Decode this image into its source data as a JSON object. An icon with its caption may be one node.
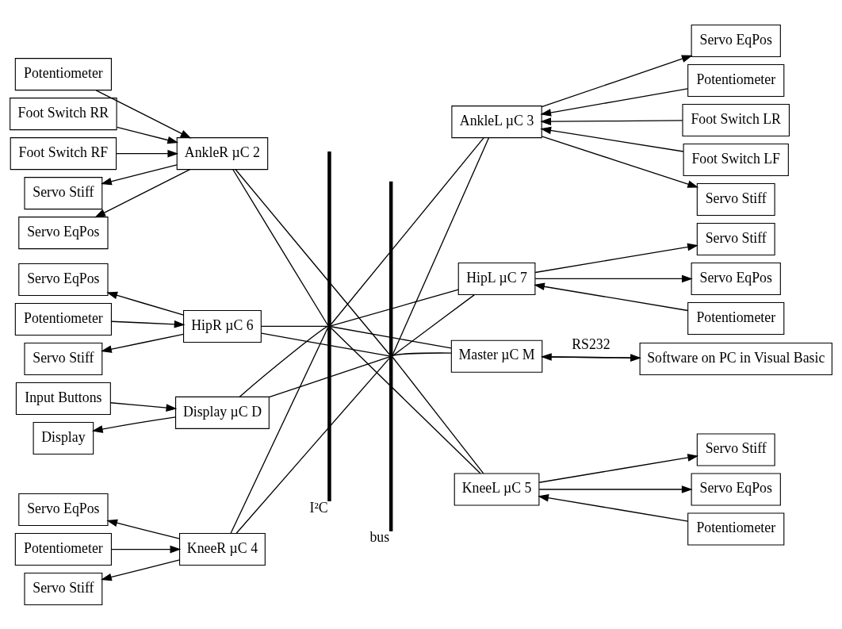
{
  "diagram": {
    "nodes": [
      {
        "text": [
          "Display"
        ]
      },
      {
        "text": [
          "Input Buttons"
        ]
      },
      {
        "text": [
          "Display µC D"
        ]
      },
      {
        "text": [
          "Master µC M"
        ]
      },
      {
        "text": [
          "Software on PC in Visual Basic"
        ]
      },
      {
        "text": [
          "Servo Stiff"
        ]
      },
      {
        "text": [
          "Servo EqPos"
        ]
      },
      {
        "text": [
          "Potentiometer"
        ]
      },
      {
        "text": [
          "HipR µC 6"
        ]
      },
      {
        "text": [
          "HipL µC 7"
        ]
      },
      {
        "text": [
          "Servo Stiff"
        ]
      },
      {
        "text": [
          "Servo EqPos"
        ]
      },
      {
        "text": [
          "Potentiometer"
        ]
      },
      {
        "text": [
          "Servo Stiff"
        ]
      },
      {
        "text": [
          "Servo EqPos"
        ]
      },
      {
        "text": [
          "Potentiometer"
        ]
      },
      {
        "text": [
          "KneeR µC 4"
        ]
      },
      {
        "text": [
          "KneeL µC 5"
        ]
      },
      {
        "text": [
          "Servo Stiff"
        ]
      },
      {
        "text": [
          "Servo EqPos"
        ]
      },
      {
        "text": [
          "Potentiometer"
        ]
      },
      {
        "text": [
          "Servo Stiff"
        ]
      },
      {
        "text": [
          "Servo EqPos"
        ]
      },
      {
        "text": [
          "Potentiometer"
        ]
      },
      {
        "text": [
          "AnkleR µC 2"
        ]
      },
      {
        "text": [
          "AnkleL µC 3"
        ]
      },
      {
        "text": [
          "Servo Stiff"
        ]
      },
      {
        "text": [
          "Servo EqPos"
        ]
      },
      {
        "text": [
          "Potentiometer"
        ]
      },
      {
        "text": [
          "Foot Switch RR"
        ]
      },
      {
        "text": [
          "Foot Switch RF"
        ]
      },
      {
        "text": [
          "Foot Switch LR"
        ]
      },
      {
        "text": [
          "Foot Switch LF"
        ]
      },
      {
        "text": [],
        "shape": "bar",
        "beside": [
          "I²C"
        ]
      },
      {
        "text": [],
        "shape": "bar",
        "beside": [
          "bus"
        ]
      }
    ],
    "edges": [
      {
        "from": 2,
        "to": 0,
        "arrow": "to"
      },
      {
        "from": 1,
        "to": 2,
        "arrow": "to"
      },
      {
        "from": 3,
        "to": 4,
        "arrow": "to",
        "label": "RS232"
      },
      {
        "from": 4,
        "to": 3,
        "arrow": "to"
      },
      {
        "from": 2,
        "to": 33,
        "arrow": "none"
      },
      {
        "from": 2,
        "to": 34,
        "arrow": "none"
      },
      {
        "from": 3,
        "to": 33,
        "arrow": "none"
      },
      {
        "from": 3,
        "to": 34,
        "arrow": "none"
      },
      {
        "from": 8,
        "to": 5,
        "arrow": "to"
      },
      {
        "from": 8,
        "to": 6,
        "arrow": "to"
      },
      {
        "from": 7,
        "to": 8,
        "arrow": "to"
      },
      {
        "from": 9,
        "to": 10,
        "arrow": "to"
      },
      {
        "from": 9,
        "to": 11,
        "arrow": "to"
      },
      {
        "from": 12,
        "to": 9,
        "arrow": "to"
      },
      {
        "from": 8,
        "to": 33,
        "arrow": "none"
      },
      {
        "from": 8,
        "to": 34,
        "arrow": "none"
      },
      {
        "from": 9,
        "to": 33,
        "arrow": "none"
      },
      {
        "from": 9,
        "to": 34,
        "arrow": "none"
      },
      {
        "from": 16,
        "to": 13,
        "arrow": "to"
      },
      {
        "from": 16,
        "to": 14,
        "arrow": "to"
      },
      {
        "from": 15,
        "to": 16,
        "arrow": "to"
      },
      {
        "from": 17,
        "to": 18,
        "arrow": "to"
      },
      {
        "from": 17,
        "to": 19,
        "arrow": "to"
      },
      {
        "from": 20,
        "to": 17,
        "arrow": "to"
      },
      {
        "from": 16,
        "to": 33,
        "arrow": "none"
      },
      {
        "from": 16,
        "to": 34,
        "arrow": "none"
      },
      {
        "from": 17,
        "to": 33,
        "arrow": "none"
      },
      {
        "from": 17,
        "to": 34,
        "arrow": "none"
      },
      {
        "from": 24,
        "to": 21,
        "arrow": "to"
      },
      {
        "from": 24,
        "to": 22,
        "arrow": "to"
      },
      {
        "from": 23,
        "to": 24,
        "arrow": "to"
      },
      {
        "from": 25,
        "to": 26,
        "arrow": "to"
      },
      {
        "from": 25,
        "to": 27,
        "arrow": "to"
      },
      {
        "from": 28,
        "to": 25,
        "arrow": "to"
      },
      {
        "from": 24,
        "to": 33,
        "arrow": "none"
      },
      {
        "from": 24,
        "to": 34,
        "arrow": "none"
      },
      {
        "from": 25,
        "to": 33,
        "arrow": "none"
      },
      {
        "from": 25,
        "to": 34,
        "arrow": "none"
      },
      {
        "from": 29,
        "to": 24,
        "arrow": "to"
      },
      {
        "from": 30,
        "to": 24,
        "arrow": "to"
      },
      {
        "from": 31,
        "to": 25,
        "arrow": "to"
      },
      {
        "from": 32,
        "to": 25,
        "arrow": "to"
      }
    ]
  }
}
